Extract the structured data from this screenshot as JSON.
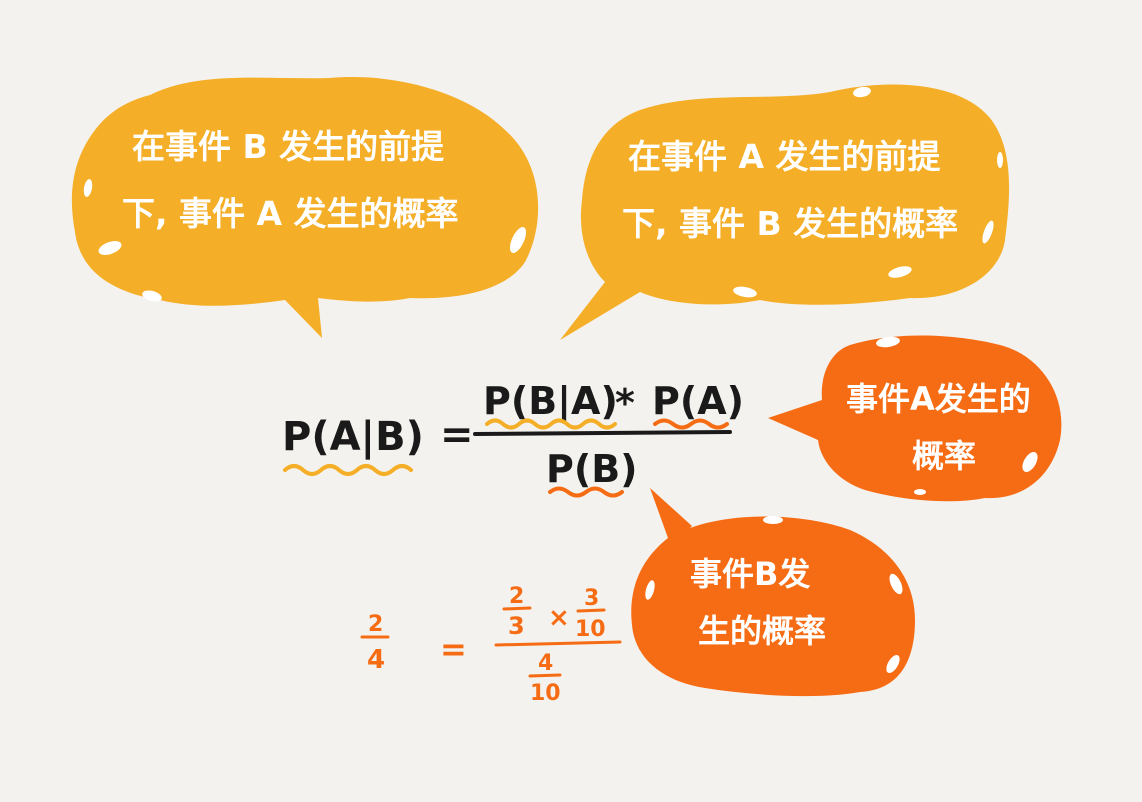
{
  "colors": {
    "background": "#f4f2ee",
    "bubble_yellow": "#f4ae27",
    "bubble_orange": "#f66c14",
    "bubble_text": "#ffffff",
    "formula_ink": "#1a1a1a",
    "underline_yellow": "#f4ae27",
    "underline_orange": "#f66c14",
    "example_ink": "#f66c14"
  },
  "bubbles": {
    "b_given_a_left": {
      "line1": "在事件 B 发生的前提",
      "line2": "下, 事件 A 发生的概率"
    },
    "a_given_b_right": {
      "line1": "在事件 A 发生的前提",
      "line2": "下, 事件 B 发生的概率"
    },
    "prob_a": {
      "line1": "事件A发生的",
      "line2": "概率"
    },
    "prob_b": {
      "line1": "事件B发",
      "line2": "生的概率"
    }
  },
  "formula": {
    "lhs": "P(A|B)",
    "equals": "=",
    "num_first": "P(B|A)",
    "times": "*",
    "num_second": "P(A)",
    "denominator": "P(B)"
  },
  "example": {
    "lhs_num": "2",
    "lhs_den": "4",
    "equals": "=",
    "f1_num": "2",
    "f1_den": "3",
    "times": "×",
    "f2_num": "3",
    "f2_den": "10",
    "den_num": "4",
    "den_den": "10"
  }
}
